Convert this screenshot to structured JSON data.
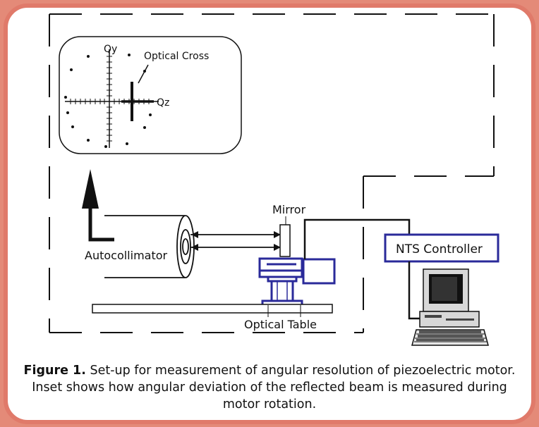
{
  "labels": {
    "qy": "Qy",
    "qz": "Qz",
    "optical_cross": "Optical Cross",
    "mirror": "Mirror",
    "autocollimator": "Autocollimator",
    "nts_controller": "NTS Controller",
    "optical_table": "Optical Table"
  },
  "caption": {
    "figure_label": "Figure 1.",
    "text": "Set-up for measurement of angular resolution of piezoelectric motor. Inset shows how angular deviation of the reflected beam is measured during motor rotation."
  },
  "colors": {
    "border": "#e07a6a",
    "motor_blue": "#2a2a9a",
    "line": "#111111"
  }
}
